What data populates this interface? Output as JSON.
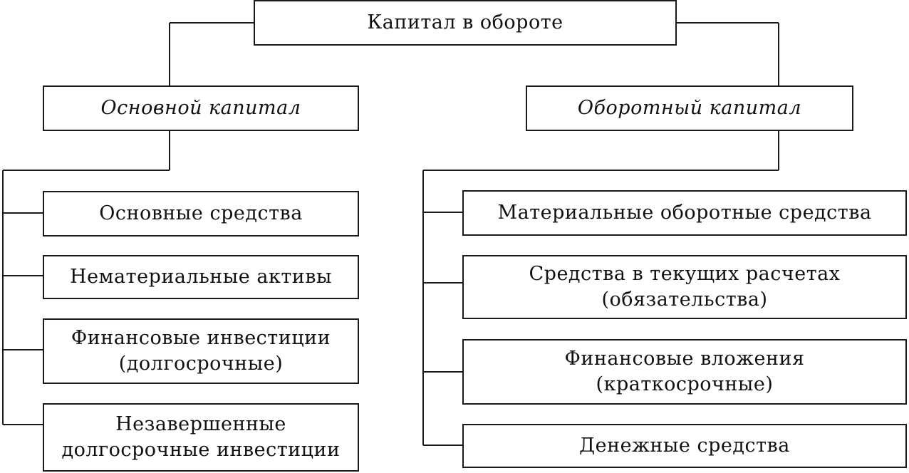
{
  "root": {
    "label": "Капитал в обороте"
  },
  "left_branch": {
    "label": "Основной капитал",
    "items": [
      {
        "label": "Основные средства"
      },
      {
        "label": "Нематериальные активы"
      },
      {
        "label": "Финансовые инвестиции\n(долгосрочные)"
      },
      {
        "label": "Незавершенные\nдолгосрочные инвестиции"
      }
    ]
  },
  "right_branch": {
    "label": "Оборотный капитал",
    "items": [
      {
        "label": "Материальные оборотные средства"
      },
      {
        "label": "Средства в текущих расчетах\n(обязательства)"
      },
      {
        "label": "Финансовые вложения\n(краткосрочные)"
      },
      {
        "label": "Денежные средства"
      }
    ]
  }
}
